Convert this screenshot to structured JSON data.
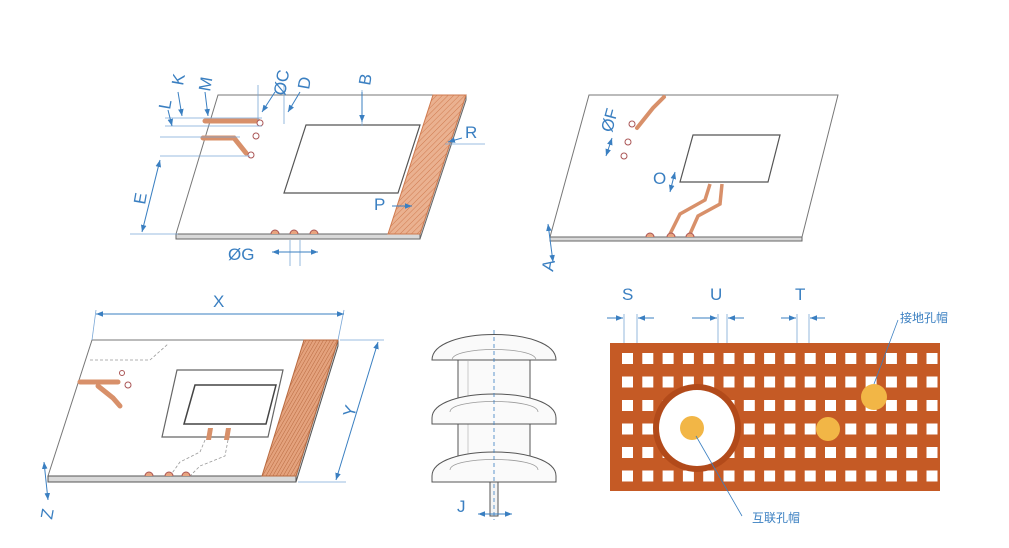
{
  "figures": {
    "top_left": {
      "labels": {
        "k": "K",
        "m": "M",
        "c": "ØC",
        "d": "D",
        "b": "B",
        "l": "L",
        "e": "E",
        "r": "R",
        "p": "P",
        "g": "ØG"
      }
    },
    "top_right": {
      "labels": {
        "f": "ØF",
        "o": "O",
        "a": "A"
      }
    },
    "bottom_left": {
      "labels": {
        "x": "X",
        "y": "Y",
        "z": "Z"
      }
    },
    "bottom_middle": {
      "labels": {
        "j": "J"
      }
    },
    "bottom_right": {
      "labels": {
        "s": "S",
        "u": "U",
        "t": "T"
      },
      "callouts": {
        "ground": "接地孔帽",
        "interconnect": "互联孔帽"
      }
    }
  },
  "colors": {
    "dimension": "#3a7fc1",
    "copper": "#e8a47f",
    "copper_dark": "#cf7a4f",
    "grid_fill": "#c55a25",
    "pad": "#f2b646",
    "outline": "#555555"
  }
}
